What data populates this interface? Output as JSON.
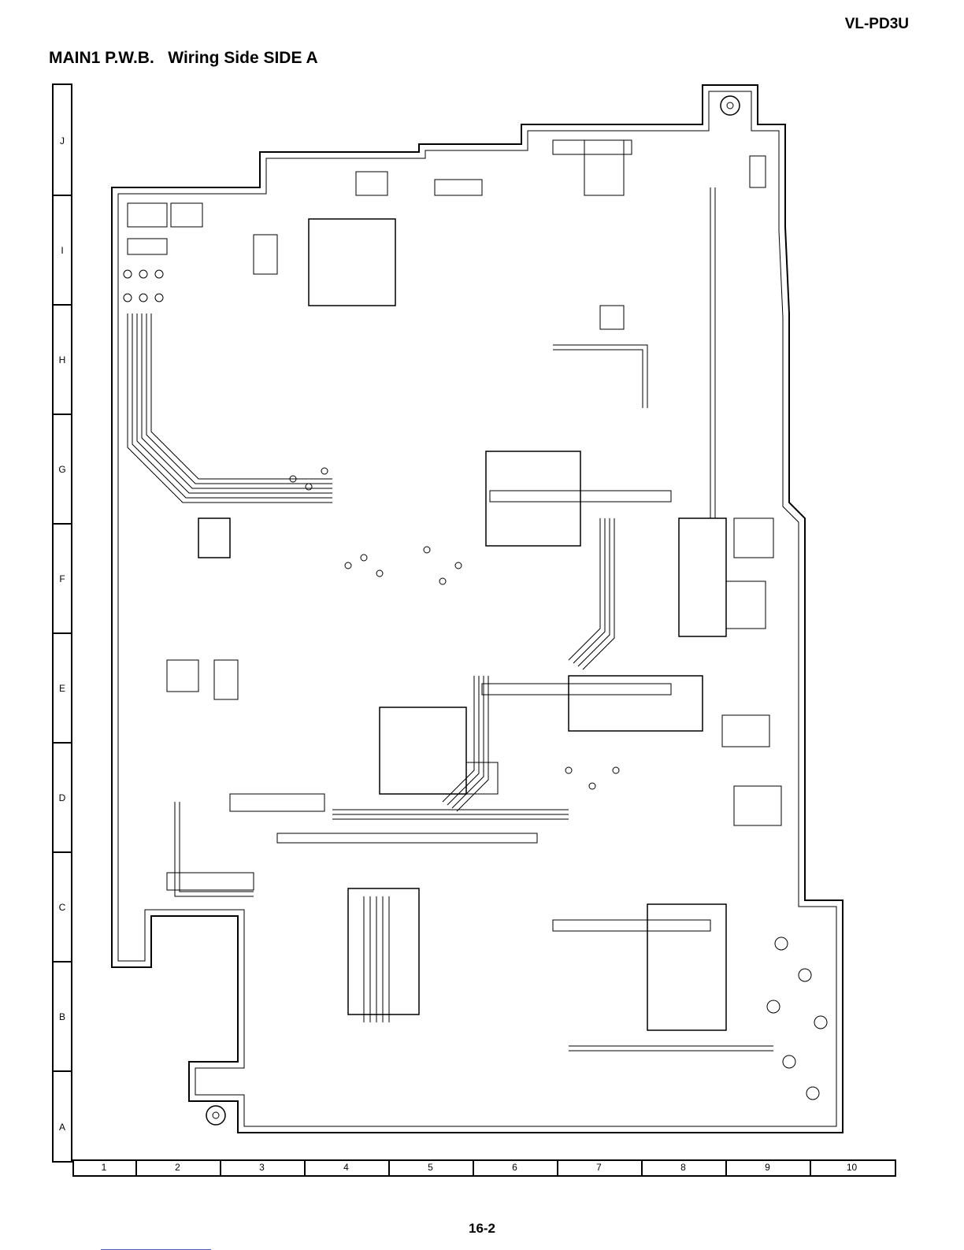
{
  "header": {
    "model": "VL-PD3U",
    "title": "MAIN1 P.W.B.   Wiring Side SIDE A"
  },
  "grid": {
    "rows": [
      "J",
      "I",
      "H",
      "G",
      "F",
      "E",
      "D",
      "C",
      "B",
      "A"
    ],
    "columns": [
      "1",
      "2",
      "3",
      "4",
      "5",
      "6",
      "7",
      "8",
      "9",
      "10"
    ]
  },
  "footer": {
    "page": "16-2"
  }
}
